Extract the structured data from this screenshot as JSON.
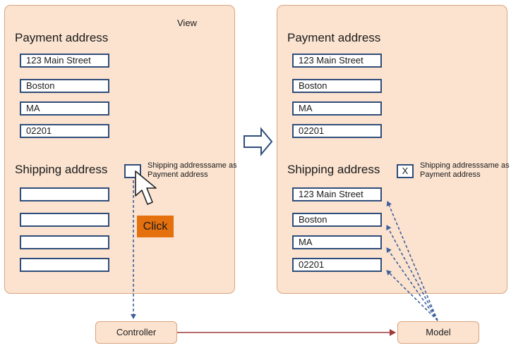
{
  "view_label": "View",
  "before": {
    "payment_title": "Payment address",
    "payment_fields": [
      "123 Main Street",
      "Boston",
      "MA",
      "02201"
    ],
    "shipping_title": "Shipping address",
    "checkbox_value": "",
    "checkbox_label": "Shipping addresssame as Payment address",
    "shipping_fields": [
      "",
      "",
      "",
      ""
    ]
  },
  "after": {
    "payment_title": "Payment address",
    "payment_fields": [
      "123 Main Street",
      "Boston",
      "MA",
      "02201"
    ],
    "shipping_title": "Shipping address",
    "checkbox_value": "X",
    "checkbox_label": "Shipping addresssame as Payment address",
    "shipping_fields": [
      "123 Main Street",
      "Boston",
      "MA",
      "02201"
    ]
  },
  "click_label": "Click",
  "controller_label": "Controller",
  "model_label": "Model",
  "colors": {
    "panel": "#fbe3d0",
    "panel_border": "#d9a47e",
    "field_border": "#2f4d7a",
    "click": "#e4700e",
    "dashed_arrow": "#3d5f9a",
    "solid_arrow": "#a03a3a"
  }
}
